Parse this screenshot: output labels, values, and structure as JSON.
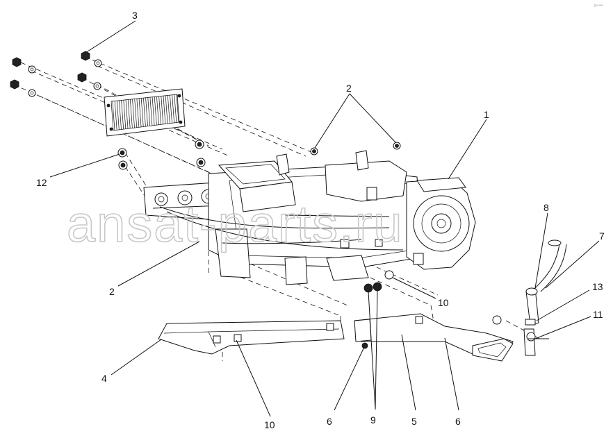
{
  "diagram": {
    "watermark": "ansat-parts.ru",
    "corner_mark": "0ᴬ ᵂᵂ",
    "callouts": [
      {
        "id": "c1",
        "label": "1"
      },
      {
        "id": "c2a",
        "label": "2"
      },
      {
        "id": "c2b",
        "label": "2"
      },
      {
        "id": "c3",
        "label": "3"
      },
      {
        "id": "c4",
        "label": "4"
      },
      {
        "id": "c5",
        "label": "5"
      },
      {
        "id": "c6a",
        "label": "6"
      },
      {
        "id": "c6b",
        "label": "6"
      },
      {
        "id": "c7",
        "label": "7"
      },
      {
        "id": "c8",
        "label": "8"
      },
      {
        "id": "c9",
        "label": "9"
      },
      {
        "id": "c10a",
        "label": "10"
      },
      {
        "id": "c10b",
        "label": "10"
      },
      {
        "id": "c11",
        "label": "11"
      },
      {
        "id": "c12",
        "label": "12"
      },
      {
        "id": "c13",
        "label": "13"
      }
    ]
  }
}
